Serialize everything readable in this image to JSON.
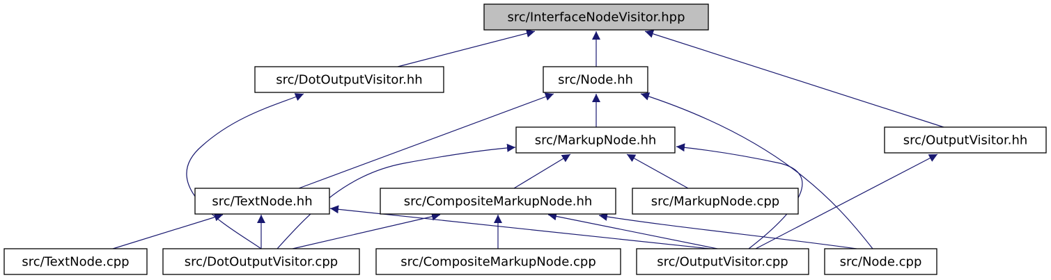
{
  "graph": {
    "colors": {
      "edge": "#191970",
      "node_border": "#000000",
      "node_fill": "#ffffff",
      "highlight_fill": "#bfbfbf"
    },
    "nodes": [
      {
        "id": "interface",
        "label": "src/InterfaceNodeVisitor.hpp",
        "highlight": true
      },
      {
        "id": "dotvisitor_hh",
        "label": "src/DotOutputVisitor.hh"
      },
      {
        "id": "node_hh",
        "label": "src/Node.hh"
      },
      {
        "id": "markup_hh",
        "label": "src/MarkupNode.hh"
      },
      {
        "id": "outputvisitor_hh",
        "label": "src/OutputVisitor.hh"
      },
      {
        "id": "textnode_hh",
        "label": "src/TextNode.hh"
      },
      {
        "id": "composite_hh",
        "label": "src/CompositeMarkupNode.hh"
      },
      {
        "id": "markup_cpp",
        "label": "src/MarkupNode.cpp"
      },
      {
        "id": "textnode_cpp",
        "label": "src/TextNode.cpp"
      },
      {
        "id": "dotvisitor_cpp",
        "label": "src/DotOutputVisitor.cpp"
      },
      {
        "id": "composite_cpp",
        "label": "src/CompositeMarkupNode.cpp"
      },
      {
        "id": "outputvisitor_cpp",
        "label": "src/OutputVisitor.cpp"
      },
      {
        "id": "node_cpp",
        "label": "src/Node.cpp"
      }
    ],
    "edges": [
      {
        "from": "interface",
        "to": "dotvisitor_hh"
      },
      {
        "from": "interface",
        "to": "node_hh"
      },
      {
        "from": "interface",
        "to": "outputvisitor_hh"
      },
      {
        "from": "dotvisitor_hh",
        "to": "dotvisitor_cpp"
      },
      {
        "from": "node_hh",
        "to": "markup_hh"
      },
      {
        "from": "node_hh",
        "to": "textnode_hh"
      },
      {
        "from": "node_hh",
        "to": "node_cpp"
      },
      {
        "from": "markup_hh",
        "to": "composite_hh"
      },
      {
        "from": "markup_hh",
        "to": "markup_cpp"
      },
      {
        "from": "markup_hh",
        "to": "dotvisitor_cpp"
      },
      {
        "from": "markup_hh",
        "to": "outputvisitor_cpp"
      },
      {
        "from": "outputvisitor_hh",
        "to": "outputvisitor_cpp"
      },
      {
        "from": "textnode_hh",
        "to": "textnode_cpp"
      },
      {
        "from": "textnode_hh",
        "to": "dotvisitor_cpp"
      },
      {
        "from": "textnode_hh",
        "to": "outputvisitor_cpp"
      },
      {
        "from": "composite_hh",
        "to": "composite_cpp"
      },
      {
        "from": "composite_hh",
        "to": "dotvisitor_cpp"
      },
      {
        "from": "composite_hh",
        "to": "outputvisitor_cpp"
      },
      {
        "from": "composite_hh",
        "to": "node_cpp"
      }
    ]
  }
}
